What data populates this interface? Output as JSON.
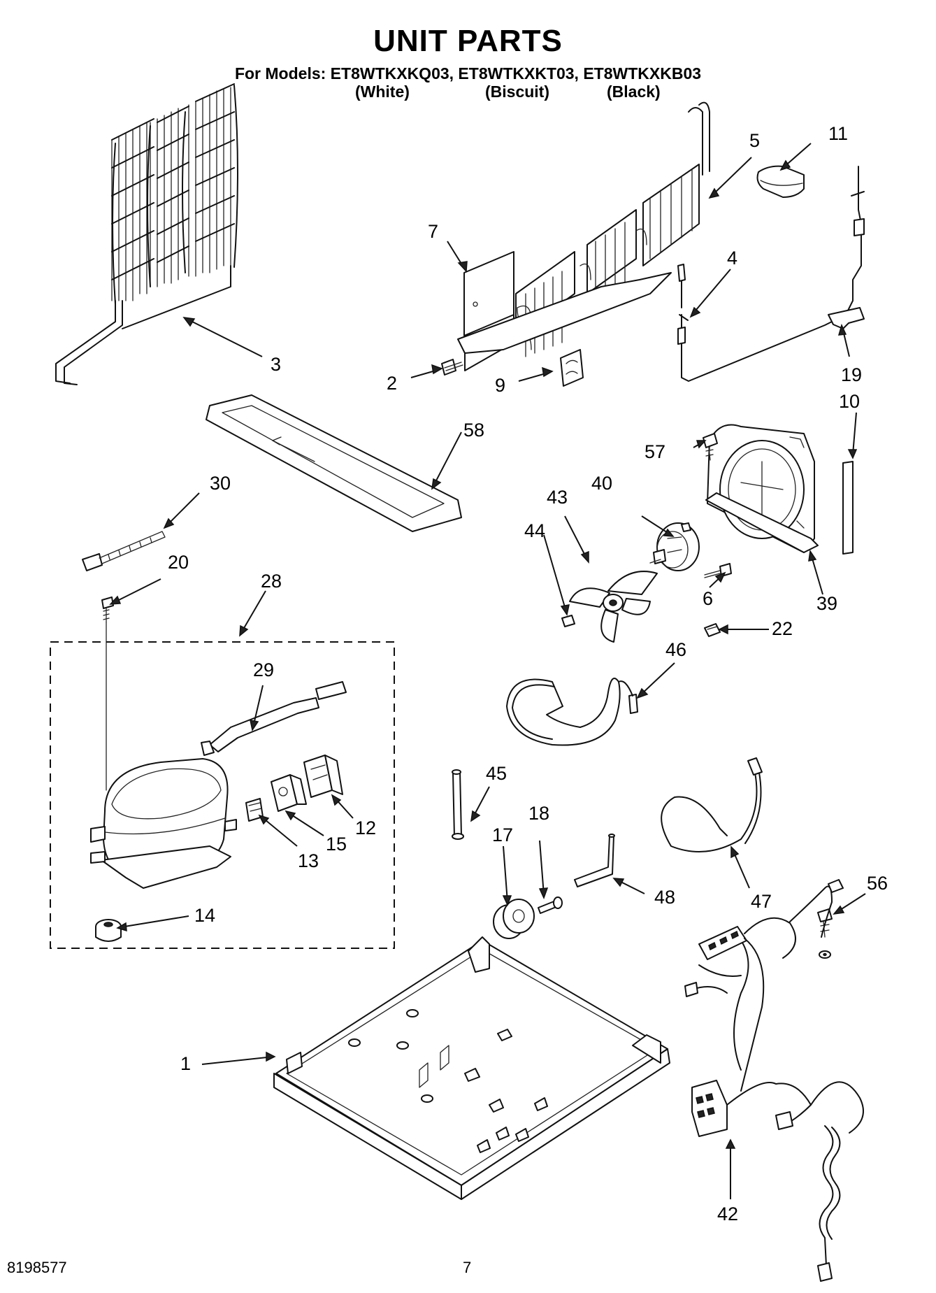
{
  "header": {
    "title": "UNIT PARTS",
    "models_line": "For Models: ET8WTKXKQ03, ET8WTKXKT03, ET8WTKXKB03",
    "colors": [
      "(White)",
      "(Biscuit)",
      "(Black)"
    ]
  },
  "callouts": [
    "1",
    "2",
    "3",
    "4",
    "5",
    "6",
    "7",
    "9",
    "10",
    "11",
    "12",
    "13",
    "14",
    "15",
    "17",
    "18",
    "19",
    "20",
    "22",
    "28",
    "29",
    "30",
    "39",
    "40",
    "42",
    "43",
    "44",
    "45",
    "46",
    "47",
    "48",
    "56",
    "57",
    "58"
  ],
  "footer": {
    "doc_number": "8198577",
    "page_number": "7"
  }
}
